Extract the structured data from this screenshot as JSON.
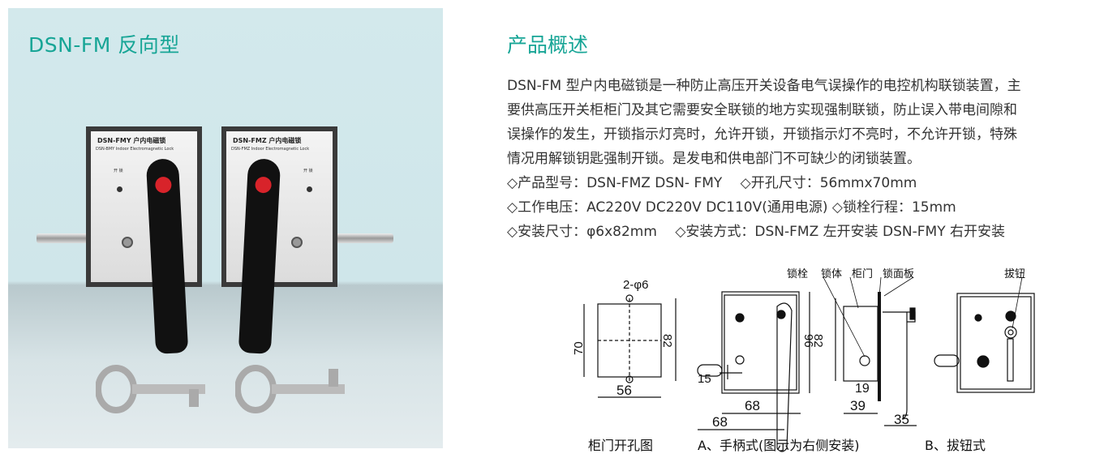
{
  "photo": {
    "title": "DSN-FM 反向型",
    "left_panel": {
      "model": "DSN-FMY 户内电磁锁",
      "subtitle": "DSN-BMY Indoor Electromagnetic Lock",
      "unlock": "开 锁"
    },
    "right_panel": {
      "model": "DSN-FMZ 户内电磁锁",
      "subtitle": "DSN-FMZ Indoor Electromagnetic Lock",
      "unlock": "开 锁"
    },
    "colors": {
      "title": "#17a596",
      "button": "#d8232a"
    }
  },
  "overview": {
    "heading": "产品概述",
    "lines": [
      "DSN-FM 型户内电磁锁是一种防止高压开关设备电气误操作的电控机构联锁装置，主",
      "要供高压开关柜柜门及其它需要安全联锁的地方实现强制联锁，防止误入带电间隙和",
      "误操作的发生，开锁指示灯亮时，允许开锁，开锁指示灯不亮时，不允许开锁，特殊",
      "情况用解锁钥匙强制开锁。是发电和供电部门不可缺少的闭锁装置。",
      "◇产品型号：DSN-FMZ  DSN- FMY　 ◇开孔尺寸：56mmx70mm",
      "◇工作电压：AC220V  DC220V  DC110V(通用电源) ◇锁栓行程：15mm",
      "◇安装尺寸：φ6x82mm　 ◇安装方式：DSN-FMZ 左开安装  DSN-FMY 右开安装"
    ]
  },
  "diagram": {
    "captions": [
      "柜门开孔图",
      "A、手柄式(图示为右侧安装)",
      "B、拔钮式"
    ],
    "callouts": [
      "锁栓",
      "锁体",
      "柜门",
      "锁面板",
      "拔钮"
    ],
    "dims": [
      "2-φ6",
      "70",
      "82",
      "56",
      "96",
      "15",
      "68",
      "68",
      "82",
      "19",
      "39",
      "35"
    ]
  }
}
